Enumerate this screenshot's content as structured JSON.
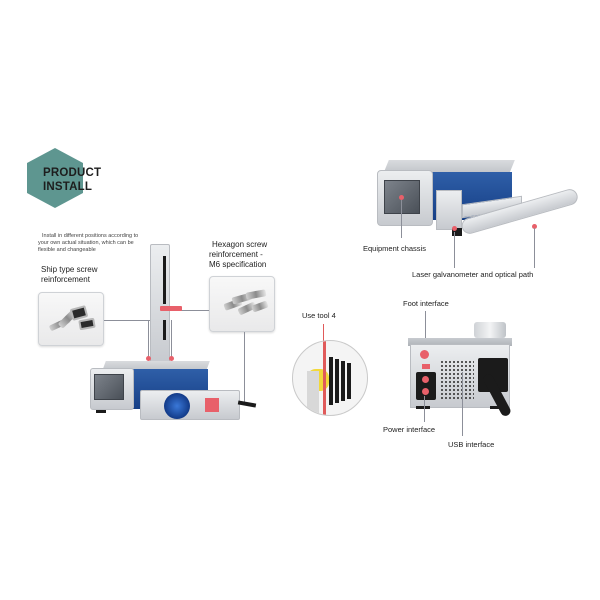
{
  "header": {
    "badge_line1": "PRODUCT",
    "badge_line2": "INSTALL",
    "badge_color": "#5e9690"
  },
  "left_panel": {
    "note_line1": "Install in different positions according to",
    "note_line2": "your own actual situation, which can be",
    "note_line3": "flexible and changeable",
    "ship_screw_line1": "Ship type screw",
    "ship_screw_line2": "reinforcement",
    "hex_screw_line1": "Hexagon screw",
    "hex_screw_line2": "reinforcement -",
    "hex_screw_line3": "M6 specification"
  },
  "tool": {
    "label": "Use tool 4"
  },
  "right_top": {
    "chassis_label": "Equipment chassis",
    "galvo_label": "Laser galvanometer and optical path"
  },
  "right_bottom": {
    "foot_label": "Foot interface",
    "power_label": "Power interface",
    "usb_label": "USB interface"
  },
  "colors": {
    "accent_red": "#e8606a",
    "chassis_blue": "#1e4c94",
    "leader_line": "#8c8f99"
  }
}
